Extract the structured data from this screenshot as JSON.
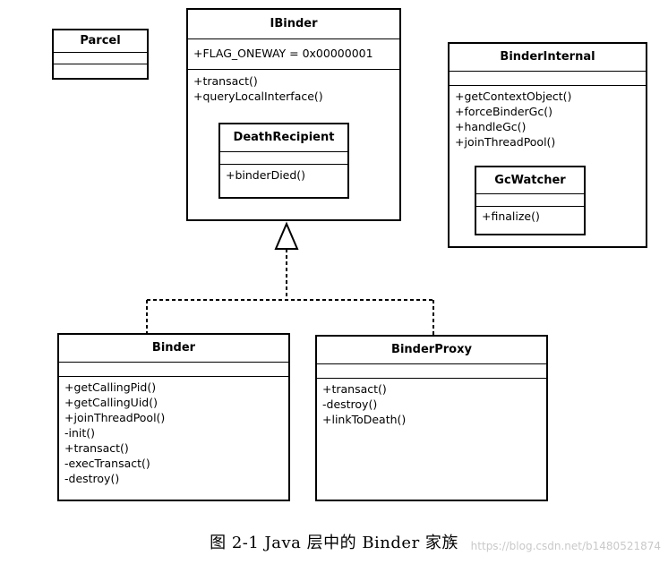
{
  "classes": {
    "parcel": {
      "name": "Parcel"
    },
    "ibinder": {
      "name": "IBinder",
      "attributes": [
        "+FLAG_ONEWAY = 0x00000001"
      ],
      "methods": [
        "+transact()",
        "+queryLocalInterface()"
      ]
    },
    "death_recipient": {
      "name": "DeathRecipient",
      "methods": [
        "+binderDied()"
      ]
    },
    "binder_internal": {
      "name": "BinderInternal",
      "methods": [
        "+getContextObject()",
        "+forceBinderGc()",
        "+handleGc()",
        "+joinThreadPool()"
      ]
    },
    "gc_watcher": {
      "name": "GcWatcher",
      "methods": [
        "+finalize()"
      ]
    },
    "binder": {
      "name": "Binder",
      "methods": [
        "+getCallingPid()",
        "+getCallingUid()",
        "+joinThreadPool()",
        "-init()",
        "+transact()",
        "-execTransact()",
        "-destroy()"
      ]
    },
    "binder_proxy": {
      "name": "BinderProxy",
      "methods": [
        "+transact()",
        "-destroy()",
        "+linkToDeath()"
      ]
    }
  },
  "caption": "图 2-1   Java 层中的 Binder 家族",
  "watermark": "https://blog.csdn.net/b1480521874"
}
